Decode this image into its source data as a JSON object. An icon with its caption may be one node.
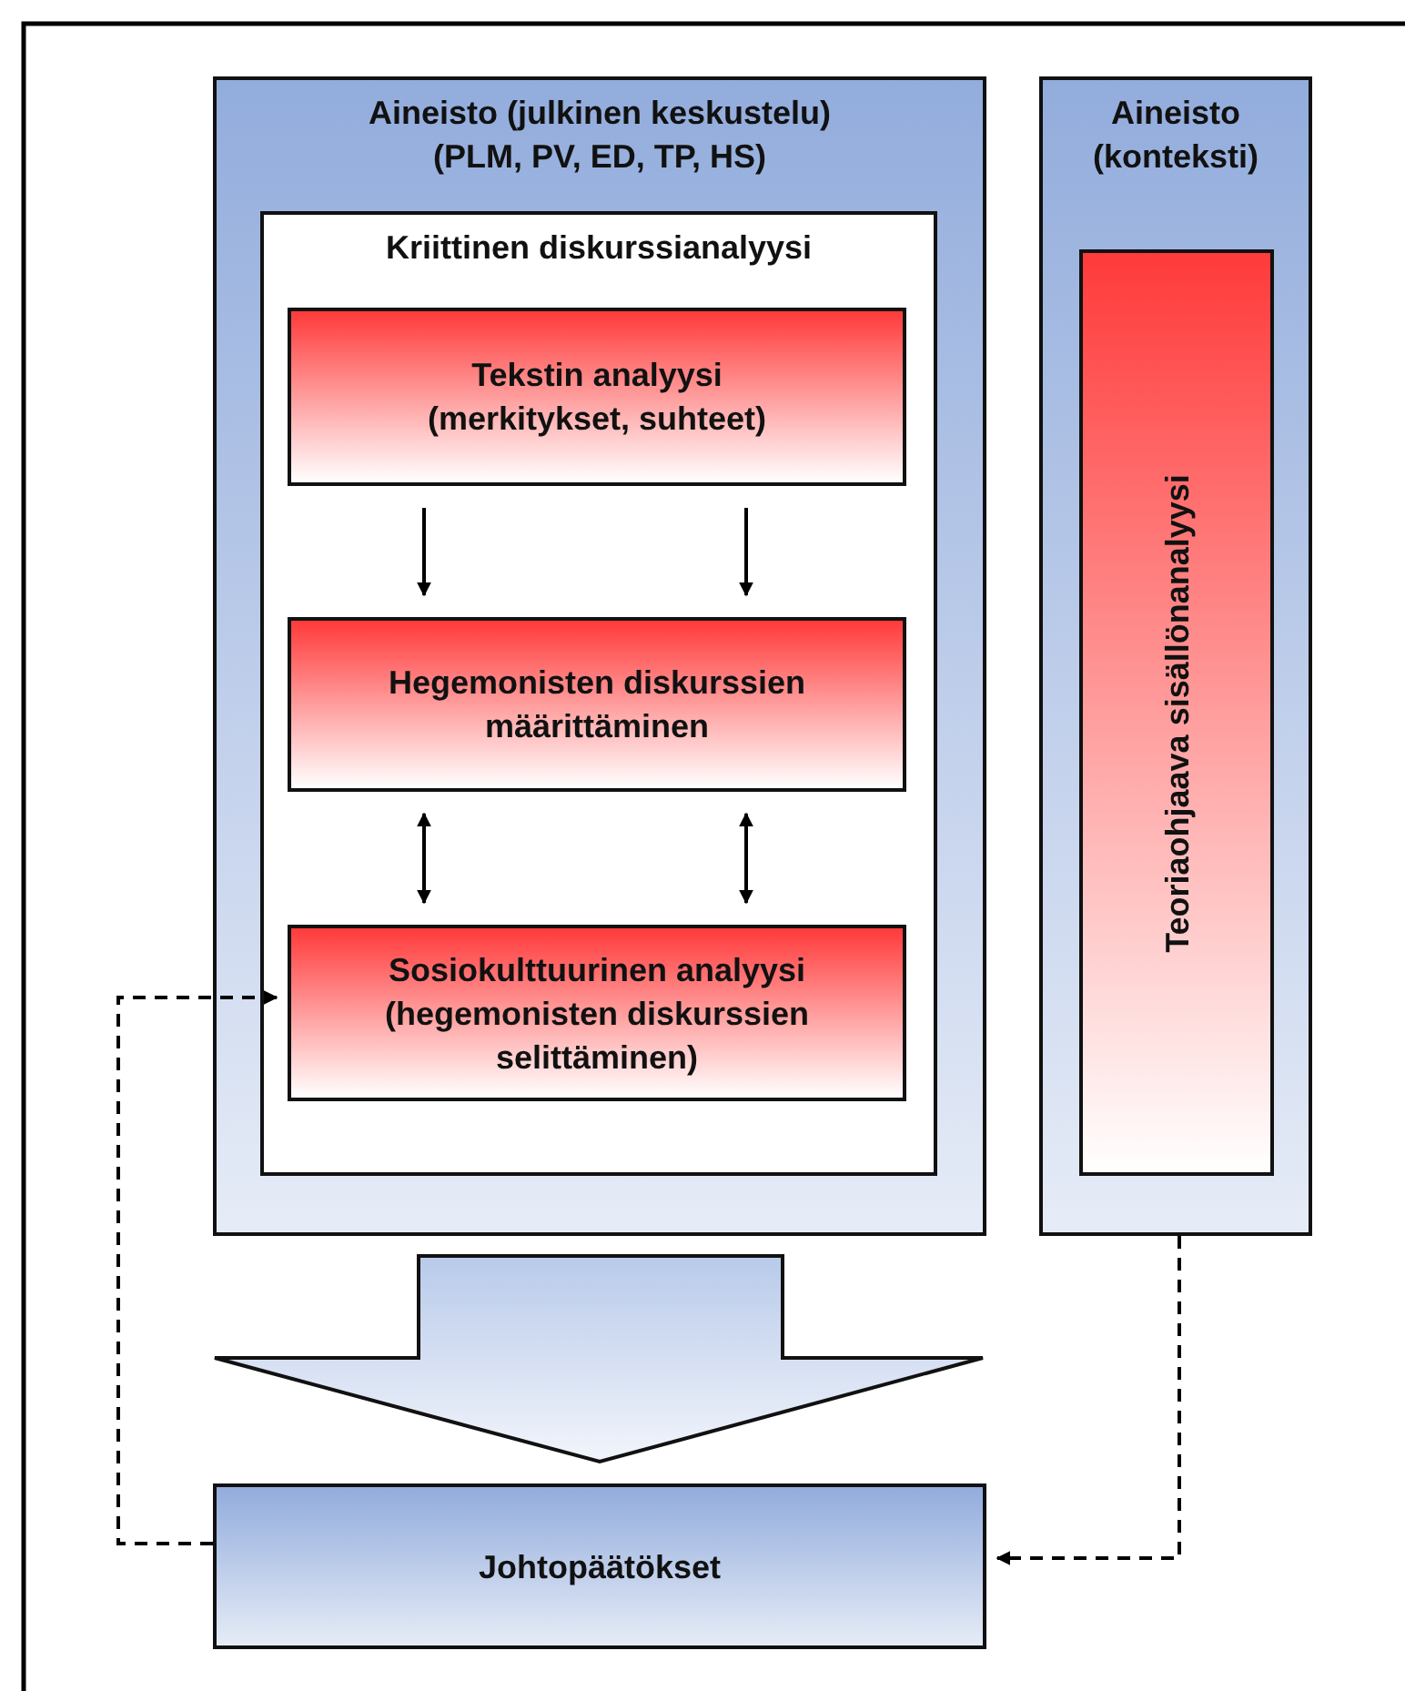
{
  "diagram": {
    "nodes": [
      {
        "text": [
          "Aineisto (julkinen keskustelu) (PLM, PV, ED, TP, HS)"
        ]
      },
      {
        "text": [
          "Kriittinen diskurssianalyysi"
        ],
        "in": 0
      },
      {
        "text": [
          "Tekstin analyysi (merkitykset, suhteet)"
        ],
        "in": 1
      },
      {
        "text": [
          "Hegemonisten diskurssien määrittäminen"
        ],
        "in": 1
      },
      {
        "text": [
          "Sosiokulttuurinen analyysi (hegemonisten diskurssien selittäminen)"
        ],
        "in": 1
      },
      {
        "text": [
          "Aineisto (konteksti)"
        ]
      },
      {
        "text": [
          "Teoriaohjaava sisällönanalyysi"
        ],
        "in": 5
      },
      {
        "text": [
          "Johtopäätökset"
        ]
      }
    ],
    "edges": [
      {
        "from": 2,
        "to": 3,
        "arrow": "to"
      },
      {
        "from": 2,
        "to": 3,
        "arrow": "to"
      },
      {
        "from": 3,
        "to": 4,
        "arrow": "both"
      },
      {
        "from": 3,
        "to": 4,
        "arrow": "both"
      },
      {
        "from": 7,
        "to": 4,
        "arrow": "to",
        "style": "dashed"
      },
      {
        "from": 5,
        "to": 7,
        "arrow": "to",
        "style": "dashed"
      },
      {
        "from": 0,
        "to": 7,
        "arrow": "to",
        "style": "thick"
      }
    ]
  }
}
